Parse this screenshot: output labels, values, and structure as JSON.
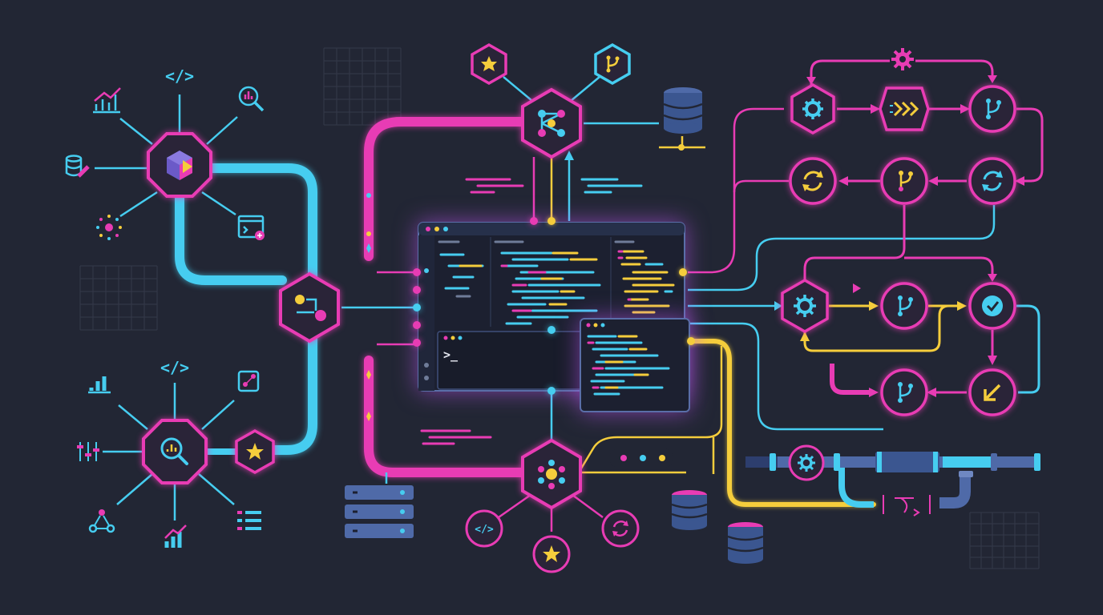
{
  "colors": {
    "background": "#222634",
    "magenta": "#e83cb4",
    "cyan": "#46cdf0",
    "yellow": "#f5cd3c",
    "node_fill": "#2a2438",
    "panel_fill": "#1c2030",
    "panel_border": "#5a6ea8",
    "grid": "#34394a",
    "steel": "#4f6aa8",
    "navy": "#2d3e6e"
  },
  "icons": {
    "code": "</>",
    "prompt": ">_"
  },
  "hubs": [
    "cube-hub",
    "pipeline-hub",
    "network-hub",
    "top-branch-hub",
    "search-hub",
    "star-hub"
  ],
  "flow_nodes": [
    "gear-icon",
    "chevrons-icon",
    "branch-icon",
    "refresh-icon",
    "check-icon",
    "arrow-down-left-icon"
  ],
  "status_dots": [
    "magenta",
    "cyan",
    "yellow"
  ]
}
